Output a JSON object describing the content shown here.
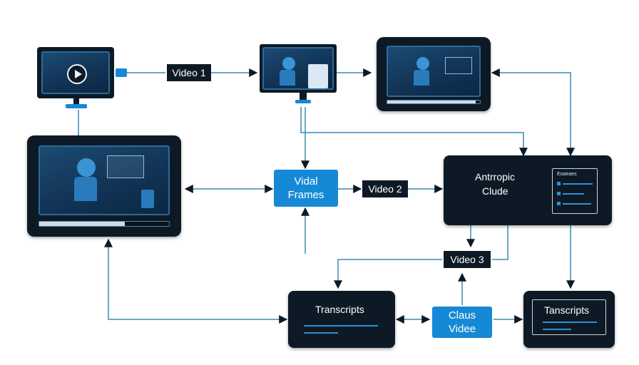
{
  "labels": {
    "video1": "Video 1",
    "video2": "Video 2",
    "video3": "Video 3",
    "vidal_frames": "Vidal\nFrames",
    "claude_line1": "Antrropic",
    "claude_line2": "Clude",
    "doc_header": "Eoaeaes",
    "claus_video": "Claus\nVidee",
    "transcripts_left": "Transcripts",
    "transcripts_right": "Tanscripts"
  },
  "playback": {
    "large_monitor_progress": 0.66,
    "top_right_monitor_progress": 0.95
  },
  "colors": {
    "dark_node": "#0d1a26",
    "accent_blue": "#1689d6",
    "wire": "#3a8ab8",
    "arrow_dark": "#0d1a26",
    "screen_glow": "#2e8fd4"
  }
}
